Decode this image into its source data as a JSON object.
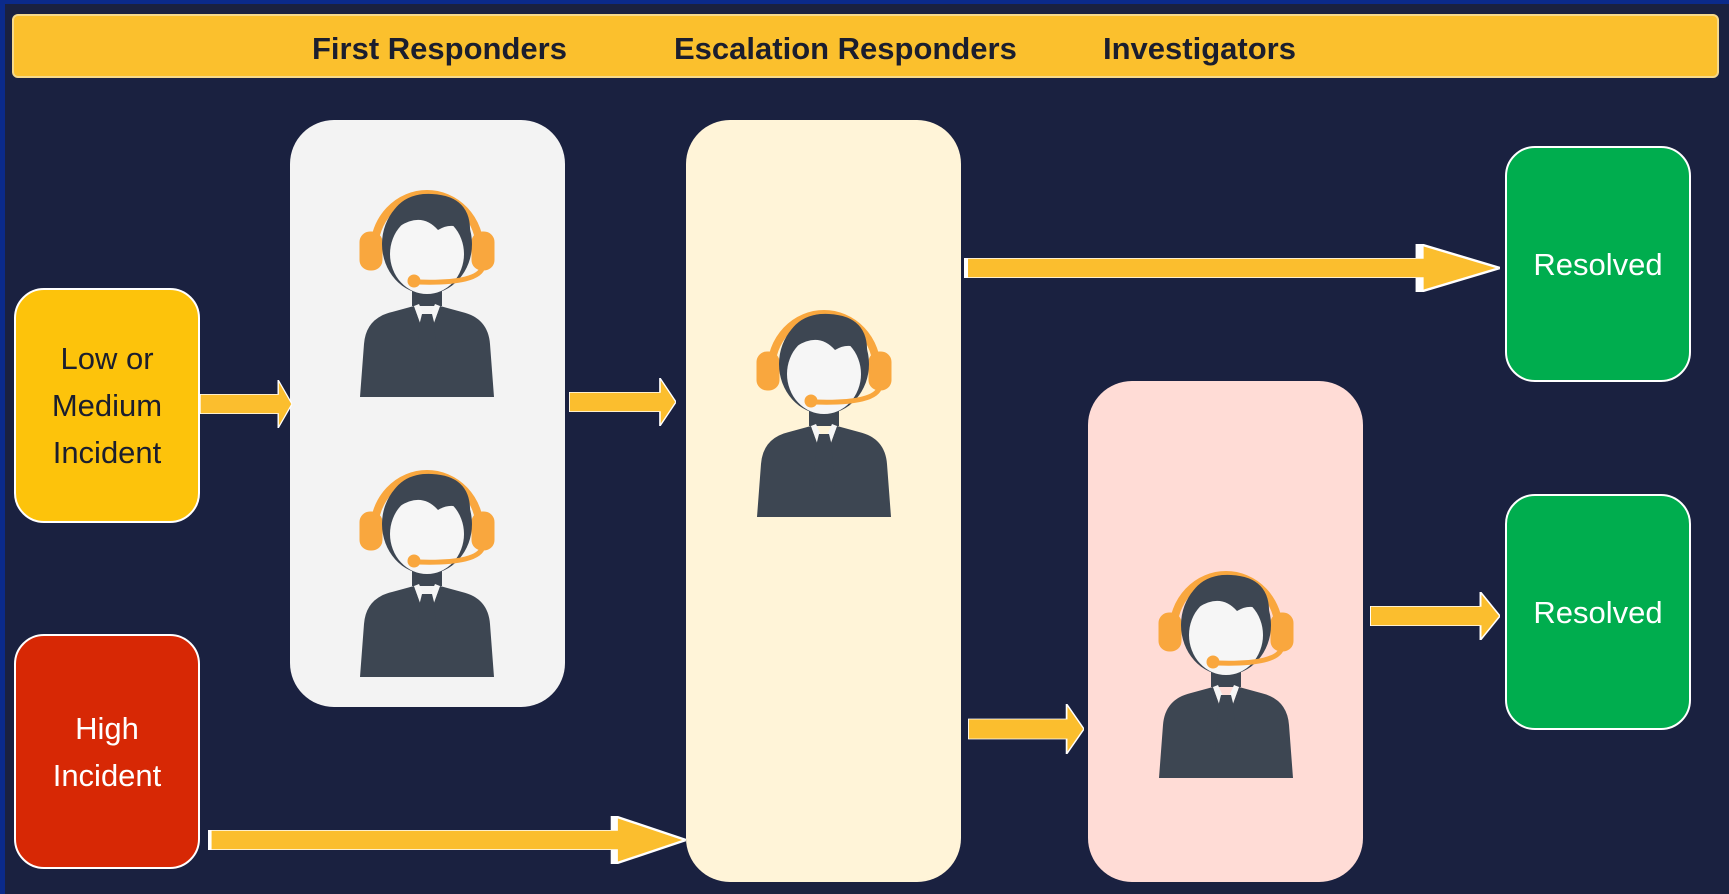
{
  "header": {
    "tiers": [
      {
        "label": "First Responders"
      },
      {
        "label": "Escalation Responders"
      },
      {
        "label": "Investigators"
      }
    ]
  },
  "incidents": {
    "low_medium": {
      "label": "Low or\nMedium\nIncident",
      "color": "#fdc30b"
    },
    "high": {
      "label": "High\nIncident",
      "color": "#d72805"
    }
  },
  "outcomes": {
    "top": {
      "label": "Resolved",
      "color": "#00ad4e"
    },
    "bottom": {
      "label": "Resolved",
      "color": "#00ad4e"
    }
  },
  "panels": {
    "first_responders": {
      "color": "#f3f3f3",
      "agents": 2
    },
    "escalation_responders": {
      "color": "#fff4d8",
      "agents": 1
    },
    "investigators": {
      "color": "#ffdcd6",
      "agents": 1
    }
  },
  "colors": {
    "background": "#1a2140",
    "header": "#fbc02d",
    "arrow": "#fbbe2e",
    "agent_body": "#3d4652",
    "agent_headset": "#f9a73e"
  },
  "icons": {
    "agent": "support-agent-with-headset-icon",
    "flow": "right-arrow-icon"
  }
}
